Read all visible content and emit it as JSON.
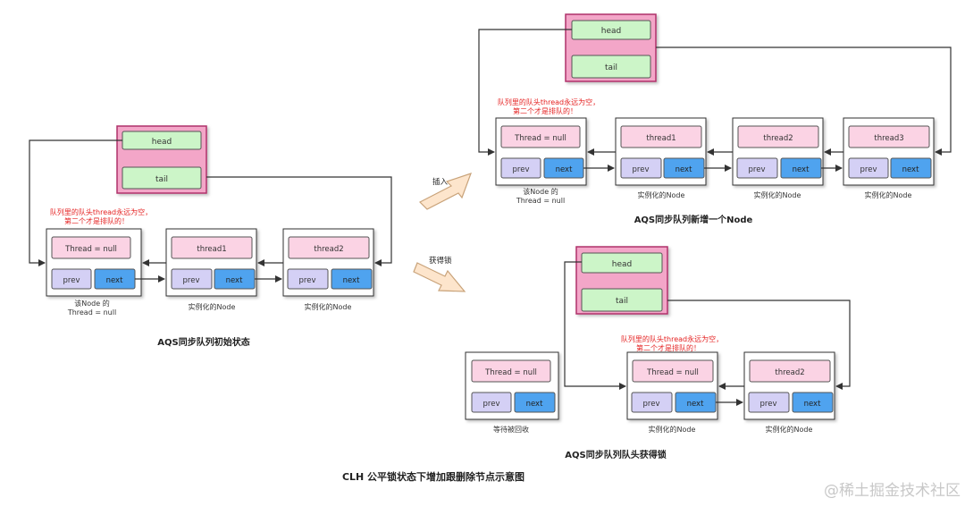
{
  "labels": {
    "head": "head",
    "tail": "tail",
    "thread_null": "Thread = null",
    "prev": "prev",
    "next": "next",
    "thread1": "thread1",
    "thread2": "thread2",
    "thread3": "thread3",
    "note_line1": "队列里的队头thread永远为空，",
    "note_line2": "第二个才是排队的！",
    "caption_node_line1": "该Node 的",
    "caption_node_line2": "Thread = null",
    "caption_inst": "实例化的Node",
    "caption_gc": "等待被回收"
  },
  "arrows": {
    "insert": "插入",
    "acquire": "获得锁"
  },
  "titles": {
    "initial": "AQS同步队列初始状态",
    "added": "AQS同步队列新增一个Node",
    "head_acquire": "AQS同步队列队头获得锁",
    "main": "CLH 公平锁状态下增加跟删除节点示意图"
  },
  "watermark": "@稀土掘金技术社区",
  "colors": {
    "headtail_bg": "#f3a6c8",
    "headtail_border": "#b0306a",
    "green": "#ccf5c8",
    "pink": "#fbd3e4",
    "lavender": "#d4d0f5",
    "blue": "#4fa3ef",
    "note_red": "#e52222",
    "arrow_fill": "#fde5cc",
    "arrow_stroke": "#c9a37a"
  }
}
